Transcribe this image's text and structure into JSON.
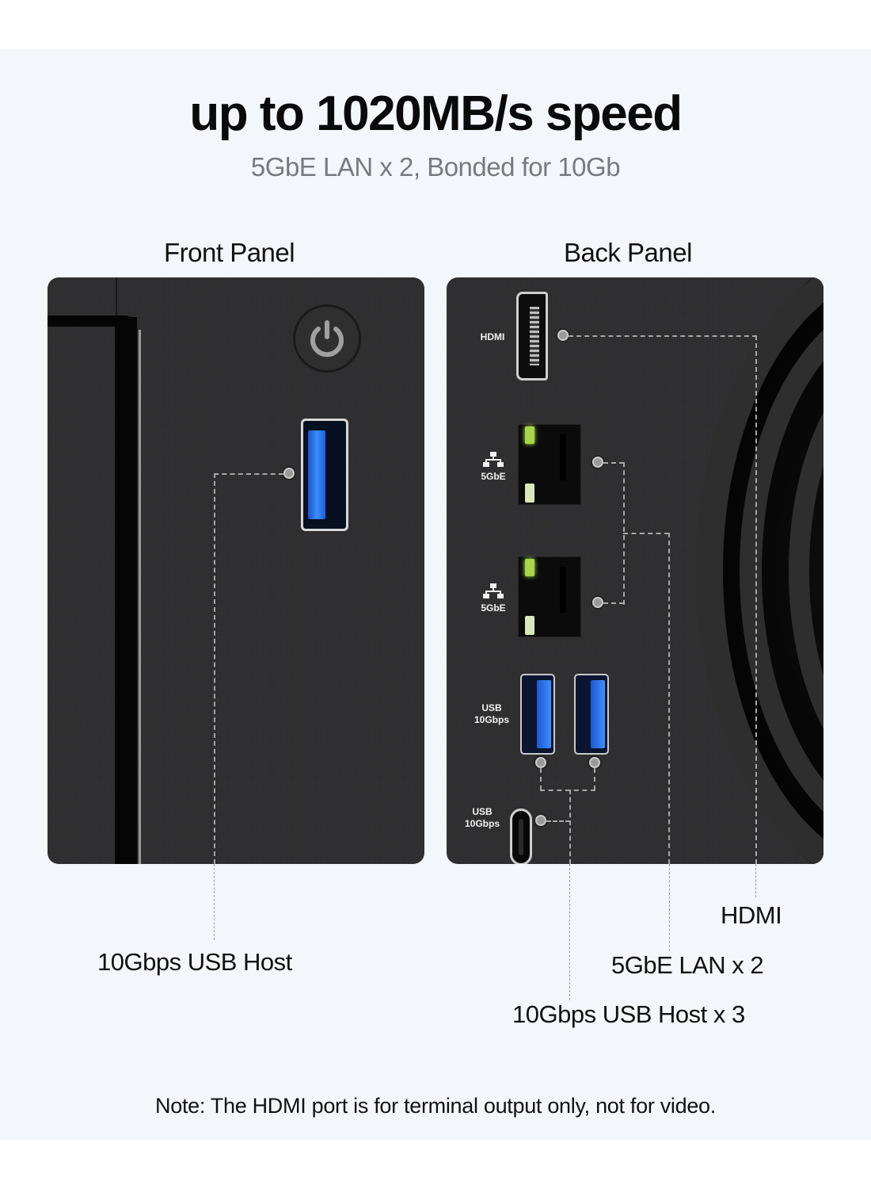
{
  "header": {
    "title": "up to 1020MB/s speed",
    "subtitle": "5GbE LAN x 2, Bonded for 10Gb"
  },
  "panels": {
    "front": {
      "label": "Front Panel",
      "ports": [
        {
          "icon": "power-button-icon"
        },
        {
          "icon": "usb-a-port-icon",
          "color": "#2f7cf0"
        }
      ]
    },
    "back": {
      "label": "Back Panel",
      "ports": [
        {
          "tag": "HDMI",
          "icon": "hdmi-port-icon"
        },
        {
          "tag": "5GbE",
          "icon": "ethernet-port-icon"
        },
        {
          "tag": "5GbE",
          "icon": "ethernet-port-icon"
        },
        {
          "tag_line1": "USB",
          "tag_line2": "10Gbps",
          "icon": "usb-a-port-icon"
        },
        {
          "tag_line1": "USB",
          "tag_line2": "10Gbps",
          "icon": "usb-c-port-icon"
        }
      ]
    }
  },
  "callouts": {
    "front_usb": "10Gbps USB Host",
    "hdmi": "HDMI",
    "lan": "5GbE LAN x 2",
    "usb_back": "10Gbps USB Host x 3"
  },
  "note": "Note: The HDMI port is for terminal output only, not for video.",
  "colors": {
    "background_band": "#f3f7fc",
    "panel": "#2d2d2e",
    "usb_blue": "#2f7cf0",
    "lan_led": "#a8d54a",
    "subtitle": "#777b80"
  }
}
